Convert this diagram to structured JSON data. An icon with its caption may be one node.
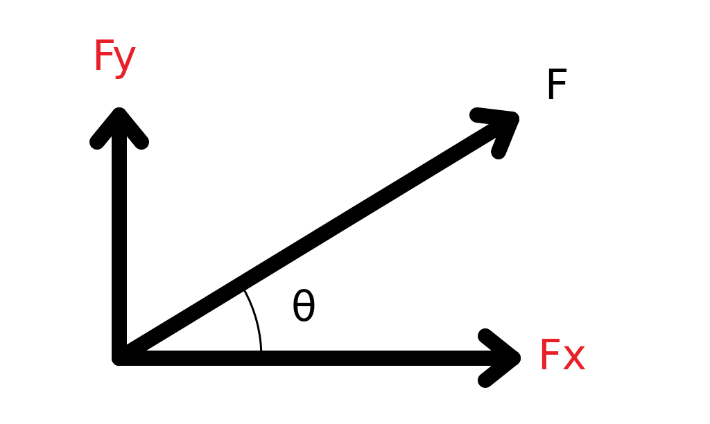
{
  "diagram": {
    "labels": [
      "Fy",
      "F",
      "θ",
      "Fx"
    ]
  }
}
